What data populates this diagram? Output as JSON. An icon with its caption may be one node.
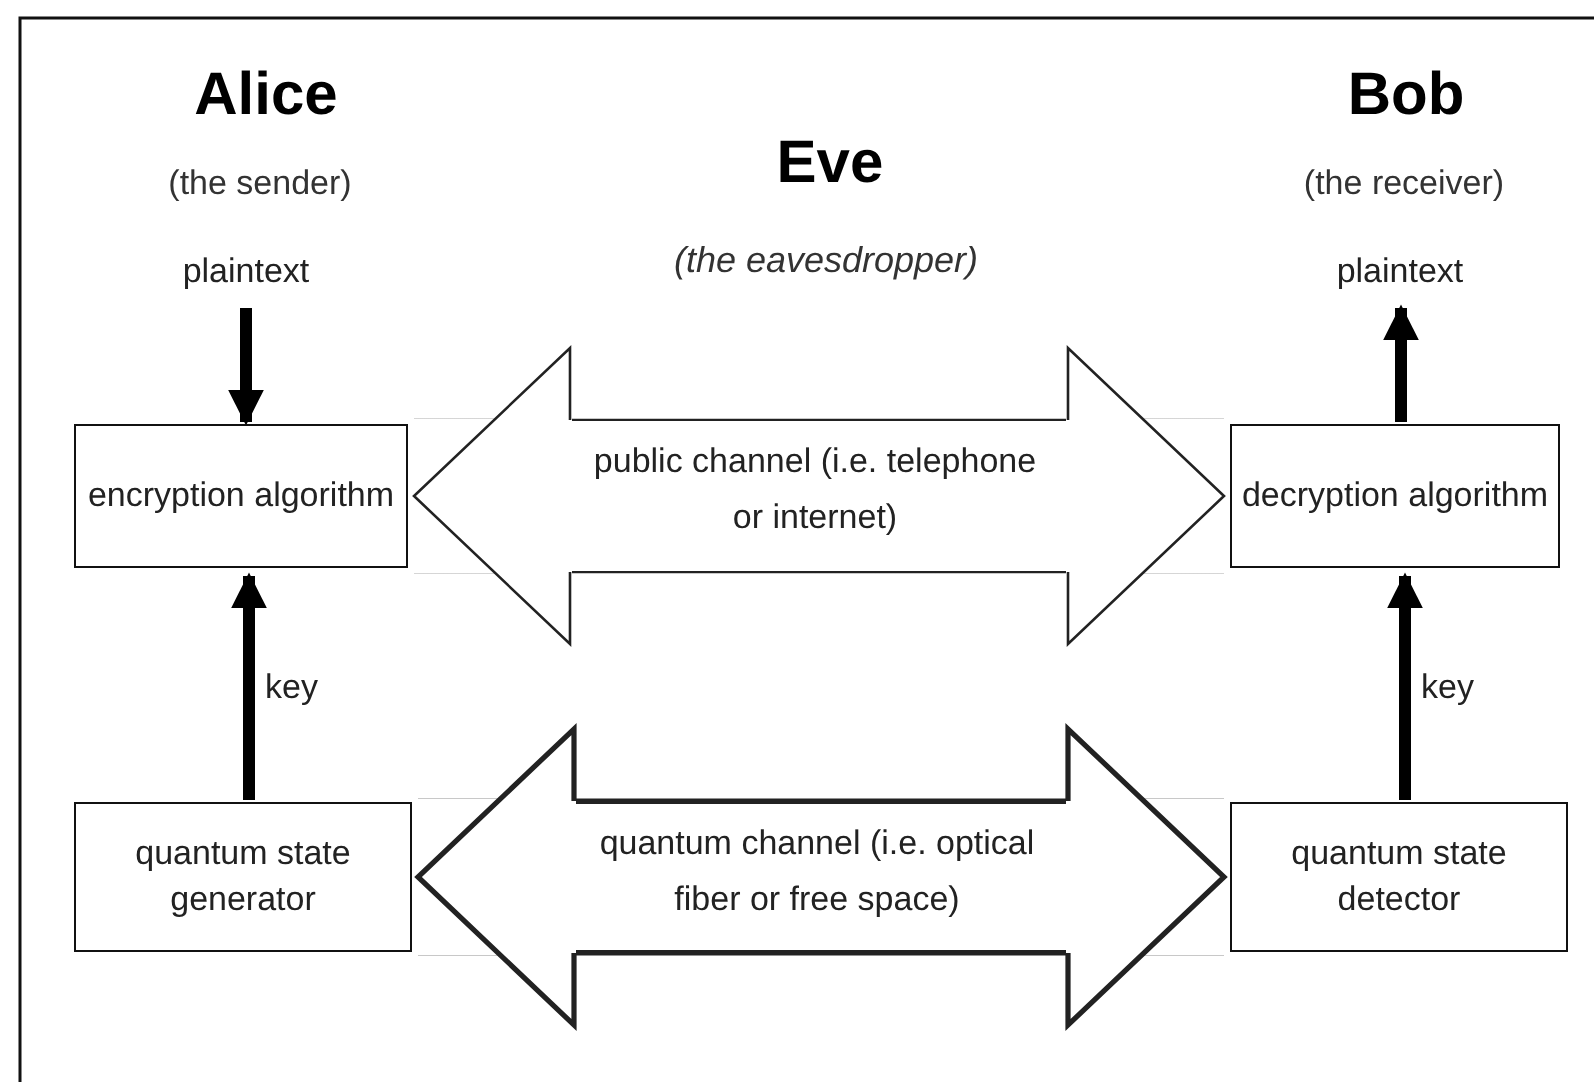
{
  "diagram": {
    "nodes": [
      {
        "text": [
          "plaintext"
        ]
      },
      {
        "text": [
          "encryption algorithm"
        ]
      },
      {
        "text": [
          "quantum state generator"
        ]
      },
      {
        "text": [
          "plaintext"
        ]
      },
      {
        "text": [
          "decryption algorithm"
        ]
      },
      {
        "text": [
          "quantum state detector"
        ]
      }
    ],
    "edges": [
      {
        "from": 0,
        "to": 1,
        "arrow": "to"
      },
      {
        "from": 2,
        "to": 1,
        "arrow": "to",
        "label": "key"
      },
      {
        "from": 4,
        "to": 3,
        "arrow": "to"
      },
      {
        "from": 5,
        "to": 4,
        "arrow": "to",
        "label": "key"
      },
      {
        "from": 1,
        "to": 4,
        "arrow": "both",
        "label": "public channel (i.e. telephone or internet)"
      },
      {
        "from": 2,
        "to": 5,
        "arrow": "both",
        "style": "thick",
        "label": "quantum channel (i.e. optical fiber or free space)"
      }
    ],
    "labels": [
      "Alice",
      "(the sender)",
      "Eve",
      "(the eavesdropper)",
      "Bob",
      "(the receiver)"
    ]
  }
}
